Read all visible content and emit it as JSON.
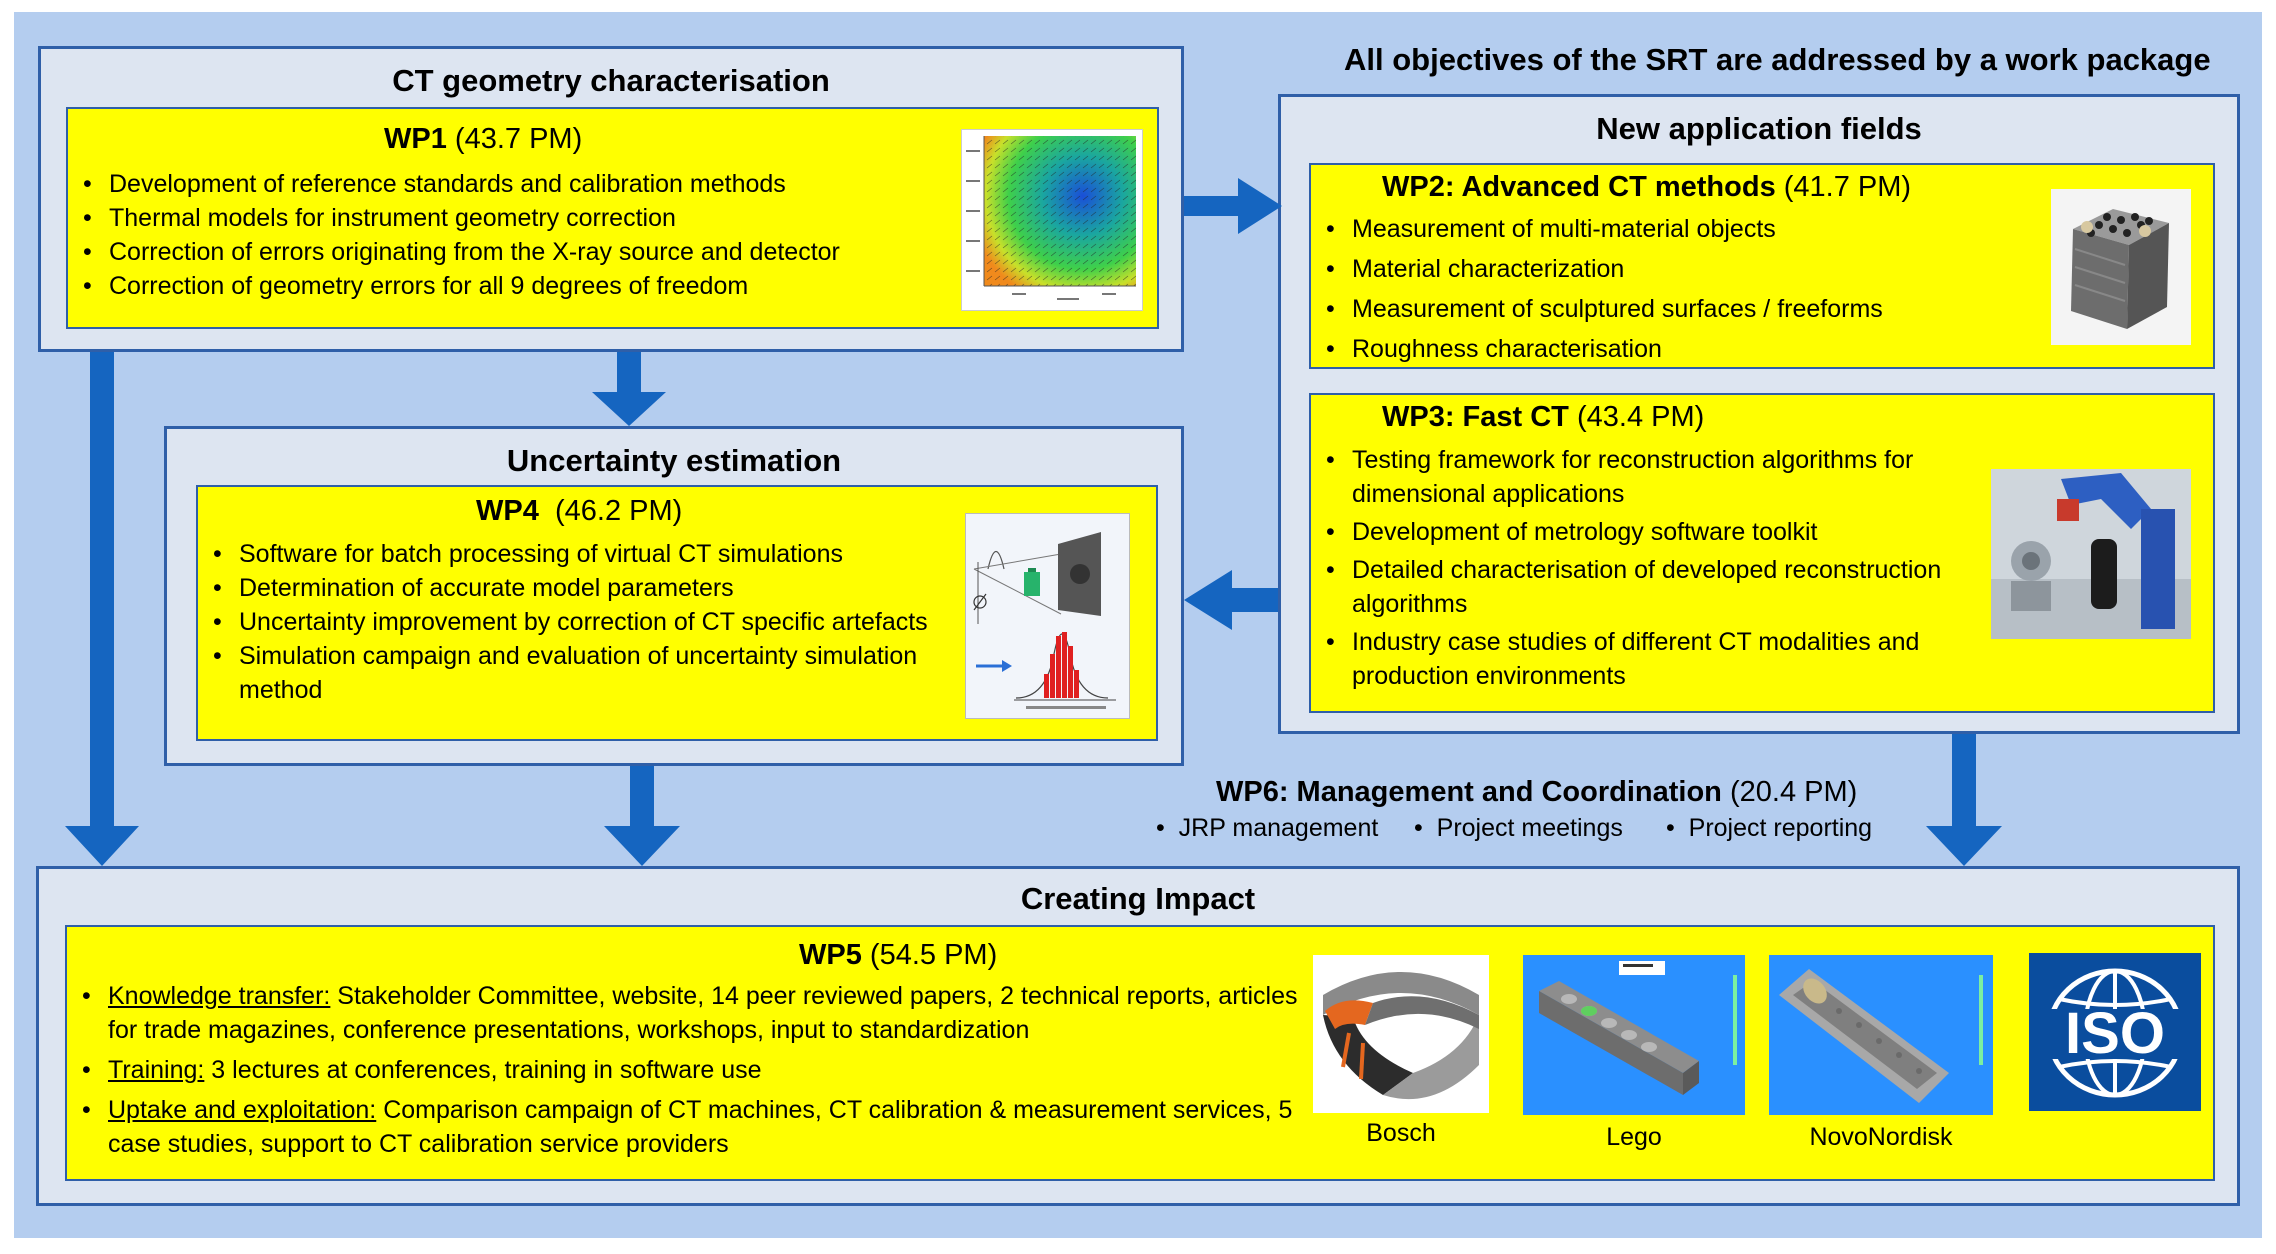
{
  "headline": "All objectives of the SRT are addressed by a work package",
  "geometry": {
    "title": "CT geometry characterisation",
    "wp_name": "WP1",
    "wp_pm": "(43.7 PM)",
    "items": [
      "Development of reference standards and calibration methods",
      "Thermal models for instrument geometry correction",
      "Correction of errors originating from the X-ray source and detector",
      "Correction of geometry errors for all 9 degrees of freedom"
    ]
  },
  "uncertainty": {
    "title": "Uncertainty estimation",
    "wp_name": "WP4",
    "wp_pm": "(46.2 PM)",
    "items": [
      "Software for batch processing of virtual CT simulations",
      "Determination of accurate model parameters",
      "Uncertainty improvement by correction of CT specific artefacts",
      "Simulation campaign and evaluation of uncertainty simulation method"
    ]
  },
  "application": {
    "title": "New application fields",
    "wp2_name": "WP2: Advanced CT methods",
    "wp2_pm": "(41.7 PM)",
    "wp2_items": [
      "Measurement of multi-material objects",
      "Material characterization",
      "Measurement of sculptured surfaces / freeforms",
      "Roughness characterisation"
    ],
    "wp3_name": "WP3: Fast CT",
    "wp3_pm": "(43.4 PM)",
    "wp3_items": [
      "Testing framework for reconstruction algorithms for dimensional applications",
      "Development of metrology software toolkit",
      "Detailed characterisation of developed reconstruction algorithms",
      "Industry case studies of different CT modalities and production environments"
    ]
  },
  "management": {
    "wp_name": "WP6: Management and Coordination",
    "wp_pm": "(20.4 PM)",
    "items": [
      "JRP management",
      "Project meetings",
      "Project reporting"
    ]
  },
  "impact": {
    "title": "Creating Impact",
    "wp_name": "WP5",
    "wp_pm": "(54.5 PM)",
    "kt_label": "Knowledge transfer:",
    "kt_text": " Stakeholder Committee, website, 14 peer reviewed papers, 2 technical reports, articles for trade magazines, conference presentations, workshops, input to standardization",
    "tr_label": "Training:",
    "tr_text": " 3 lectures at conferences, training in software use",
    "ue_label": "Uptake and exploitation:",
    "ue_text": " Comparison campaign of CT machines, CT calibration & measurement services, 5 case studies, support to CT calibration service providers",
    "partners": [
      "Bosch",
      "Lego",
      "NovoNordisk"
    ],
    "iso_logo": "ISO"
  },
  "colors": {
    "background": "#b4cdef",
    "panel": "#dde5f1",
    "highlight": "#ffff00",
    "border": "#2f5fa8",
    "arrow": "#1565c0"
  }
}
